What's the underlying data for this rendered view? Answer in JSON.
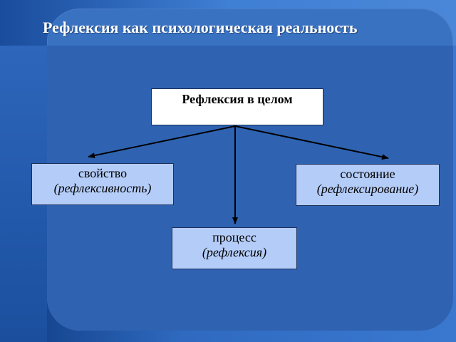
{
  "slide": {
    "title": "Рефлексия как психологическая реальность"
  },
  "diagram": {
    "root": "Рефлексия в целом",
    "children": [
      {
        "id": "left",
        "label": "свойство",
        "sub": "(рефлексивность)"
      },
      {
        "id": "mid",
        "label": "процесс",
        "sub": "(рефлексия)"
      },
      {
        "id": "right",
        "label": "состояние",
        "sub": "(рефлексирование)"
      }
    ]
  },
  "colors": {
    "background": "#1a4d96",
    "panel": "#3a72c2",
    "node_fill": "#b4ccf8",
    "root_fill": "#ffffff",
    "arrow": "#000000"
  }
}
